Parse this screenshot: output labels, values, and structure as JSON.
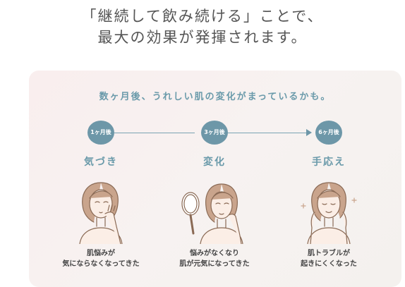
{
  "headline": {
    "line1": "「継続して飲み続ける」ことで、",
    "line2": "最大の効果が発揮されます。"
  },
  "subhead": "数ヶ月後、うれしい肌の変化がまっているかも。",
  "colors": {
    "accent": "#6d97a8",
    "panel": "#f7efee"
  },
  "steps": [
    {
      "badge": "1ヶ月後",
      "title": "気づき",
      "caption_line1": "肌悩みが",
      "caption_line2": "気にならなくなってきた",
      "icon": "woman-touching-cheek-icon"
    },
    {
      "badge": "3ヶ月後",
      "title": "変化",
      "caption_line1": "悩みがなくなり",
      "caption_line2": "肌が元気になってきた",
      "icon": "woman-with-mirror-icon"
    },
    {
      "badge": "6ヶ月後",
      "title": "手応え",
      "caption_line1": "肌トラブルが",
      "caption_line2": "起きにくくなった",
      "icon": "woman-smiling-icon"
    }
  ]
}
